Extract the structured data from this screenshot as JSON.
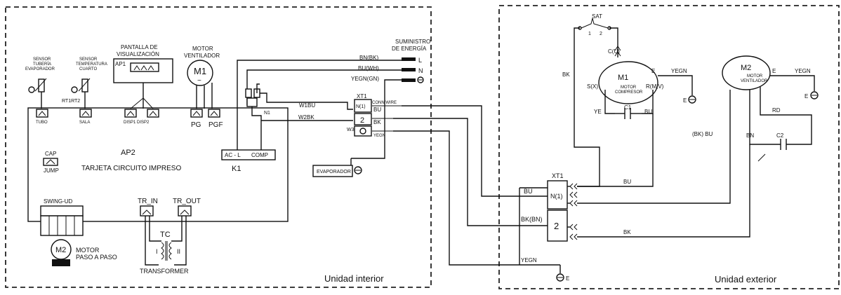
{
  "indoor": {
    "unit_label": "Unidad interior",
    "sensor_tube_label": [
      "SENSOR",
      "TUBERÍA",
      "EVAPORADOR"
    ],
    "sensor_room_label": [
      "SENSOR",
      "TEMPERATURA",
      "CUARTO"
    ],
    "rt_label": "RT1RT2",
    "tubo": "TUBO",
    "sala": "SALA",
    "display_title": [
      "PANTALLA DE",
      "VISUALIZACIÓN"
    ],
    "ap1": "AP1",
    "disp_label": "DISP1 DISP2",
    "motor_fan_title": [
      "MOTOR",
      "VENTILADOR"
    ],
    "m1": "M1",
    "pg": "PG",
    "pgf": "PGF",
    "power_title": [
      "SUMINISTRO",
      "DE ENERGÍA"
    ],
    "power_wires": [
      "BN(BK)",
      "BU(WH)",
      "YEGN(GN)"
    ],
    "power_terms": [
      "L",
      "N"
    ],
    "w1bu": "W1BU",
    "n1": "N1",
    "w2bk": "W2BK",
    "xt1": "XT1",
    "xt1_n": "N(1)",
    "xt1_2": "2",
    "w3": "W3",
    "conn_wire": "CONN WIRE",
    "term_bu": "BU",
    "term_bk": "BK",
    "term_yegn": "YEGN",
    "k1": "K1",
    "ac_l": "AC - L",
    "comp": "COMP",
    "cap": "CAP",
    "jump": "JUMP",
    "ap2": "AP2",
    "pcb": "TARJETA CIRCUITO IMPRESO",
    "evaporador": "EVAPORADOR",
    "swing": "SWING-UD",
    "tr_in": "TR_IN",
    "tr_out": "TR_OUT",
    "tc": "TC",
    "tc_i": "I",
    "tc_ii": "II",
    "transformer": "TRANSFORMER",
    "m2": "M2",
    "stepper": [
      "MOTOR",
      "PASO A PASO"
    ]
  },
  "link": {
    "bu": "BU",
    "bkbn": "BK(BN)",
    "yegn": "YEGN",
    "e": "E"
  },
  "outdoor": {
    "unit_label": "Unidad exterior",
    "sat": "SAT",
    "sat_1": "1",
    "sat_2": "2",
    "cu": "C(U)",
    "bk": "BK",
    "m1": "M1",
    "motor_comp": [
      "MOTOR",
      "COMPRESOR"
    ],
    "e": "E",
    "yegn": "YEGN",
    "sx": "S(X)",
    "rmv": "R(M,V)",
    "ye": "YE",
    "c1": "C1",
    "bu": "BU",
    "m2": "M2",
    "motor_fan": [
      "MOTOR",
      "VENTILADOR"
    ],
    "rd": "RD",
    "bkbu": "(BK) BU",
    "bn": "BN",
    "c2": "C2",
    "xt1": "XT1",
    "xt1_n": "N(1)",
    "xt1_2": "2",
    "bu2": "BU",
    "bk2": "BK"
  }
}
